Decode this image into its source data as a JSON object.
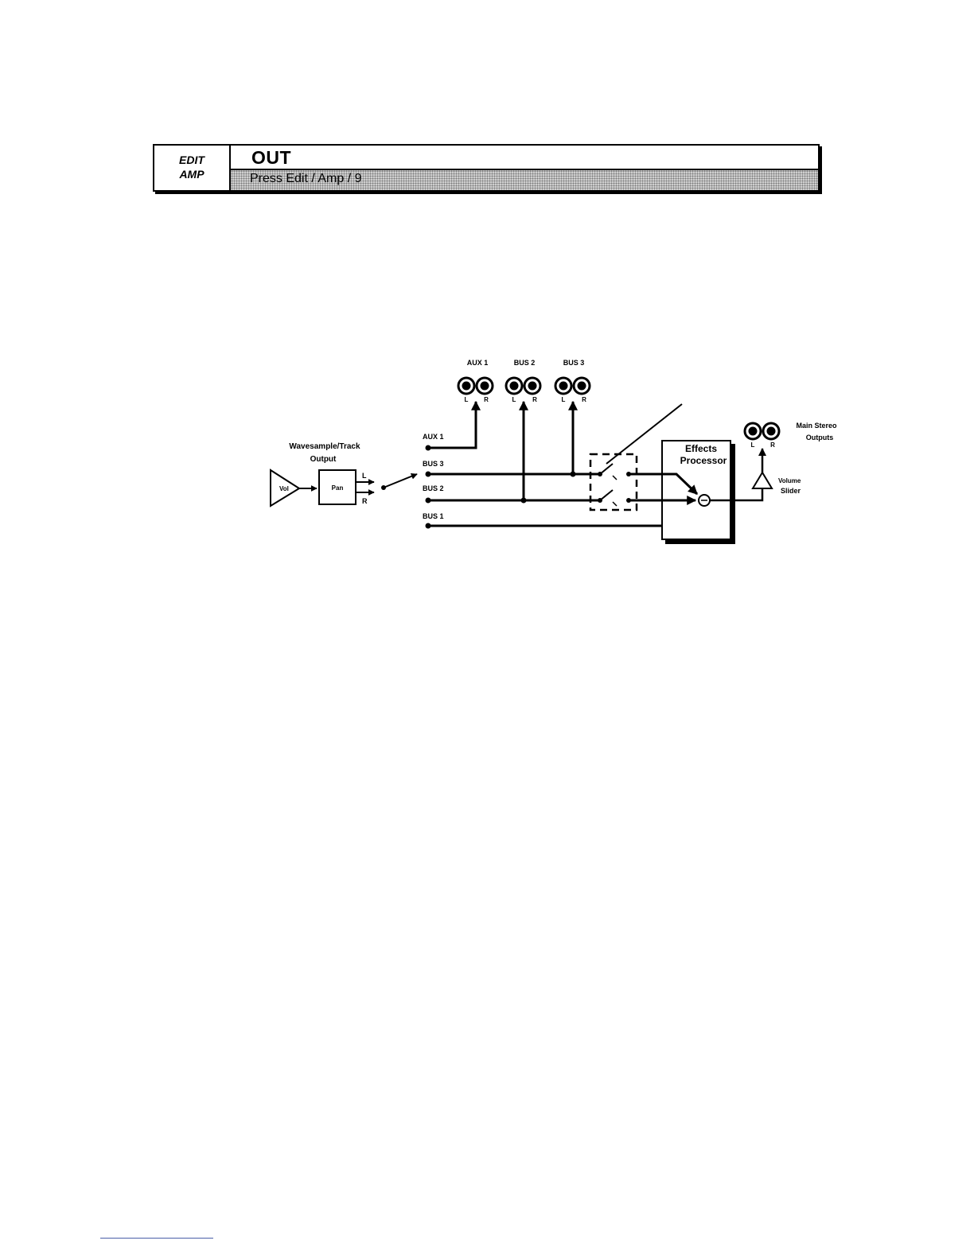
{
  "header": {
    "section_line1": "EDIT",
    "section_line2": "AMP",
    "title": "OUT",
    "instruction": "Press Edit / Amp / 9"
  },
  "diagram": {
    "source_label_line1": "Wavesample/Track",
    "source_label_line2": "Output",
    "vol_label": "Vol",
    "pan_label": "Pan",
    "pan_out_l": "L",
    "pan_out_r": "R",
    "bus_labels": {
      "aux1": "AUX 1",
      "bus3": "BUS 3",
      "bus2": "BUS 2",
      "bus1": "BUS 1"
    },
    "jacks": {
      "aux1_title": "AUX 1",
      "bus2_title": "BUS 2",
      "bus3_title": "BUS 3",
      "aux1_l": "L",
      "aux1_r": "R",
      "bus2_l": "L",
      "bus2_r": "R",
      "bus3_l": "L",
      "bus3_r": "R"
    },
    "effects_line1": "Effects",
    "effects_line2": "Processor",
    "main_outputs_line1": "Main Stereo",
    "main_outputs_line2": "Outputs",
    "main_l": "L",
    "main_r": "R",
    "volume_line1": "Volume",
    "volume_line2": "Slider"
  }
}
